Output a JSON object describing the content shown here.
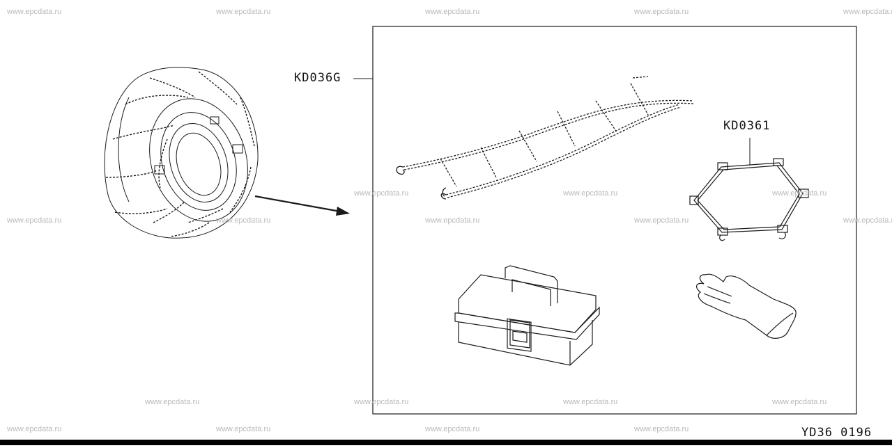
{
  "watermark_text": "www.epcdata.ru",
  "callouts": {
    "chain_kit": "KD036G",
    "tensioner": "KD0361"
  },
  "diagram_code": "YD36  0196",
  "colors": {
    "line": "#1a1a1a",
    "watermark": "#b9b9b9",
    "background": "#ffffff"
  }
}
